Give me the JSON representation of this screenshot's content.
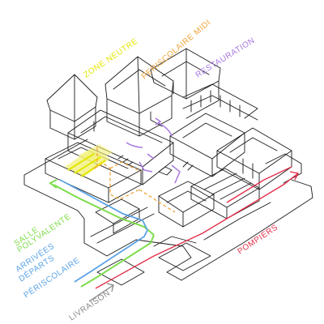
{
  "labels": {
    "zone_neutre": "ZONE NEUTRE",
    "periscolaire_midi": "PERISCOLAIRE MIDI",
    "restauration": "RESTAURATION",
    "salle_line1": "SALLE",
    "salle_line2": "POLYVALENTE",
    "arrivees_line1": "ARRIVÉES",
    "arrivees_line2": "DÉPARTS",
    "arrivees_line3": "PÉRISCOLAIRE",
    "pompiers": "POMPIERS",
    "livraison": "LIVRAISON"
  },
  "colors": {
    "ink": "#1a1a1a",
    "zone_neutre": "#e3e600",
    "periscolaire_midi": "#f0a53a",
    "restauration": "#a877e0",
    "salle_polyvalente": "#7ddc4a",
    "arrivees": "#5aa2e6",
    "pompiers": "#e4304a",
    "livraison": "#888888",
    "zone_fill": "#f2f07a"
  },
  "icons": [
    "pompiers-arrow-head",
    "livraison-arrow-head",
    "restauration-arrow-head"
  ]
}
